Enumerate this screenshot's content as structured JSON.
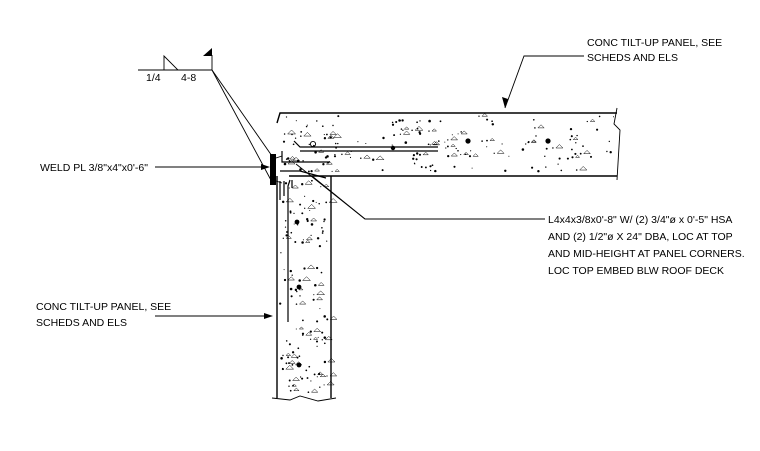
{
  "notes": {
    "top_panel": [
      "CONC TILT-UP PANEL, SEE",
      "SCHEDS AND ELS"
    ],
    "left_panel": [
      "CONC TILT-UP PANEL, SEE",
      "SCHEDS AND ELS"
    ],
    "weld_plate": "WELD PL 3/8\"x4\"x0'-6\"",
    "angle_embed": [
      "L4x4x3/8x0'-8\" W/ (2) 3/4\"ø x 0'-5\" HSA",
      "AND (2) 1/2\"ø X 24\" DBA, LOC AT TOP",
      "AND  MID-HEIGHT AT PANEL CORNERS.",
      "LOC TOP EMBED BLW ROOF DECK"
    ]
  },
  "weld_symbol": {
    "size": "1/4",
    "length_pitch": "4-8",
    "field_weld": true
  },
  "colors": {
    "line": "#000000",
    "background": "#ffffff"
  }
}
